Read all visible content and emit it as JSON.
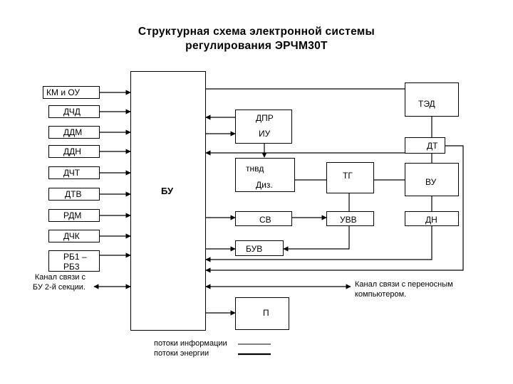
{
  "title": {
    "line1": "Структурная схема электронной системы",
    "line2": "регулирования ЭРЧМ30Т"
  },
  "blocks": {
    "km_ou": "КМ и ОУ",
    "dchd": "ДЧД",
    "ddm": "ДДМ",
    "ddn": "ДДН",
    "dcht": "ДЧТ",
    "dtv": "ДТВ",
    "rdm": "РДМ",
    "dchk": "ДЧК",
    "rb": "РБ1 – РБ3",
    "bu": "БУ",
    "ted": "ТЭД",
    "dpr": "ДПР",
    "iu": "ИУ",
    "dt": "ДТ",
    "tnvd": "тнвд",
    "diz": "Диз.",
    "tg": "ТГ",
    "vu": "ВУ",
    "sv": "СВ",
    "uvv": "УВВ",
    "dn": "ДН",
    "buv": "БУВ",
    "p": "П"
  },
  "annotations": {
    "link_bu2": "Канал связи с БУ 2-й секции.",
    "link_pc": "Канал связи с переносным компьютером."
  },
  "legend": {
    "info": "потоки информации",
    "energy": "потоки энергии"
  }
}
